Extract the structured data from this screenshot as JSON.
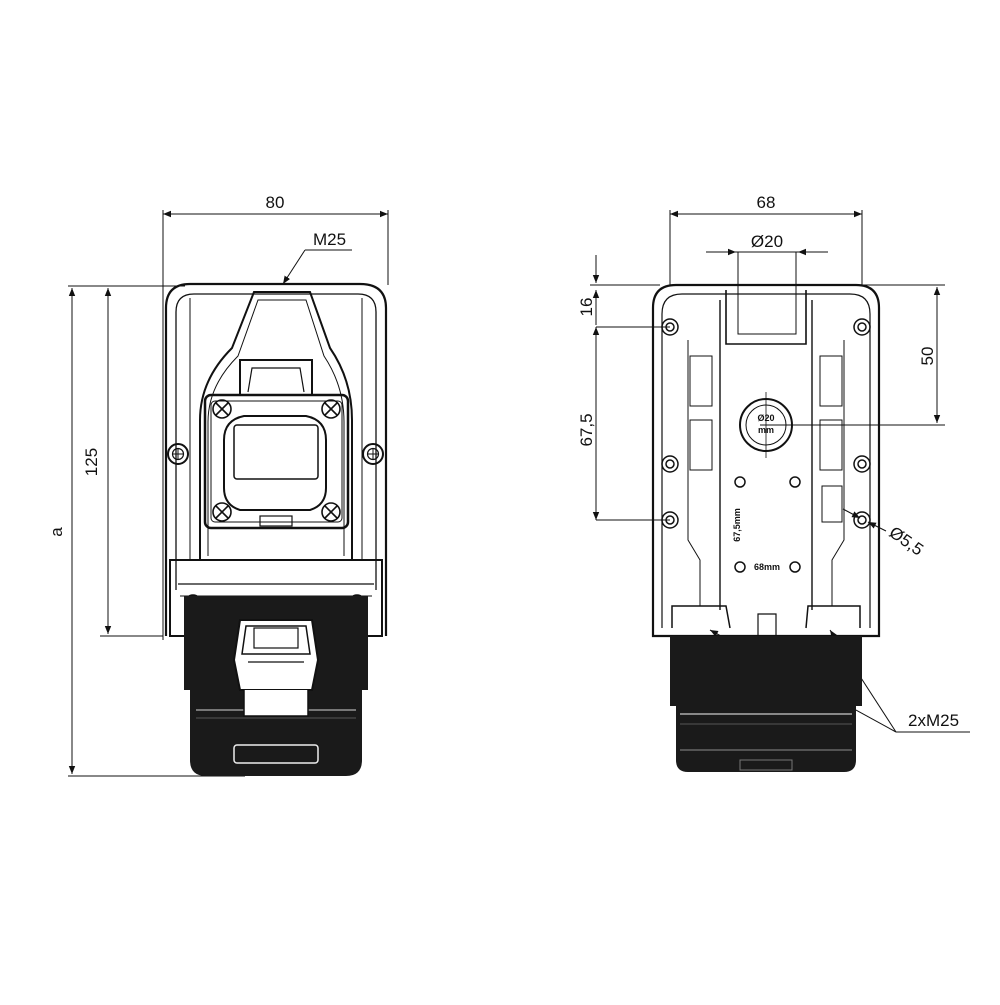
{
  "front_view": {
    "width_label": "80",
    "gland_label": "M25",
    "height_label": "125",
    "overall_label": "a"
  },
  "side_view": {
    "width_label": "68",
    "knockout_diameter_label": "Ø20",
    "top_offset_label": "16",
    "hole_spacing_vertical_label": "67,5",
    "center_offset_label": "50",
    "hole_diameter_label": "Ø5,5",
    "glands_label": "2xM25",
    "knockout_marking_top": "Ø20",
    "knockout_marking_bottom": "mm",
    "spacing_marking_vertical": "67,5mm",
    "spacing_marking_horizontal": "68mm"
  },
  "colors": {
    "line": "#111111",
    "background": "#ffffff",
    "dark_fill": "#1a1a1a"
  }
}
